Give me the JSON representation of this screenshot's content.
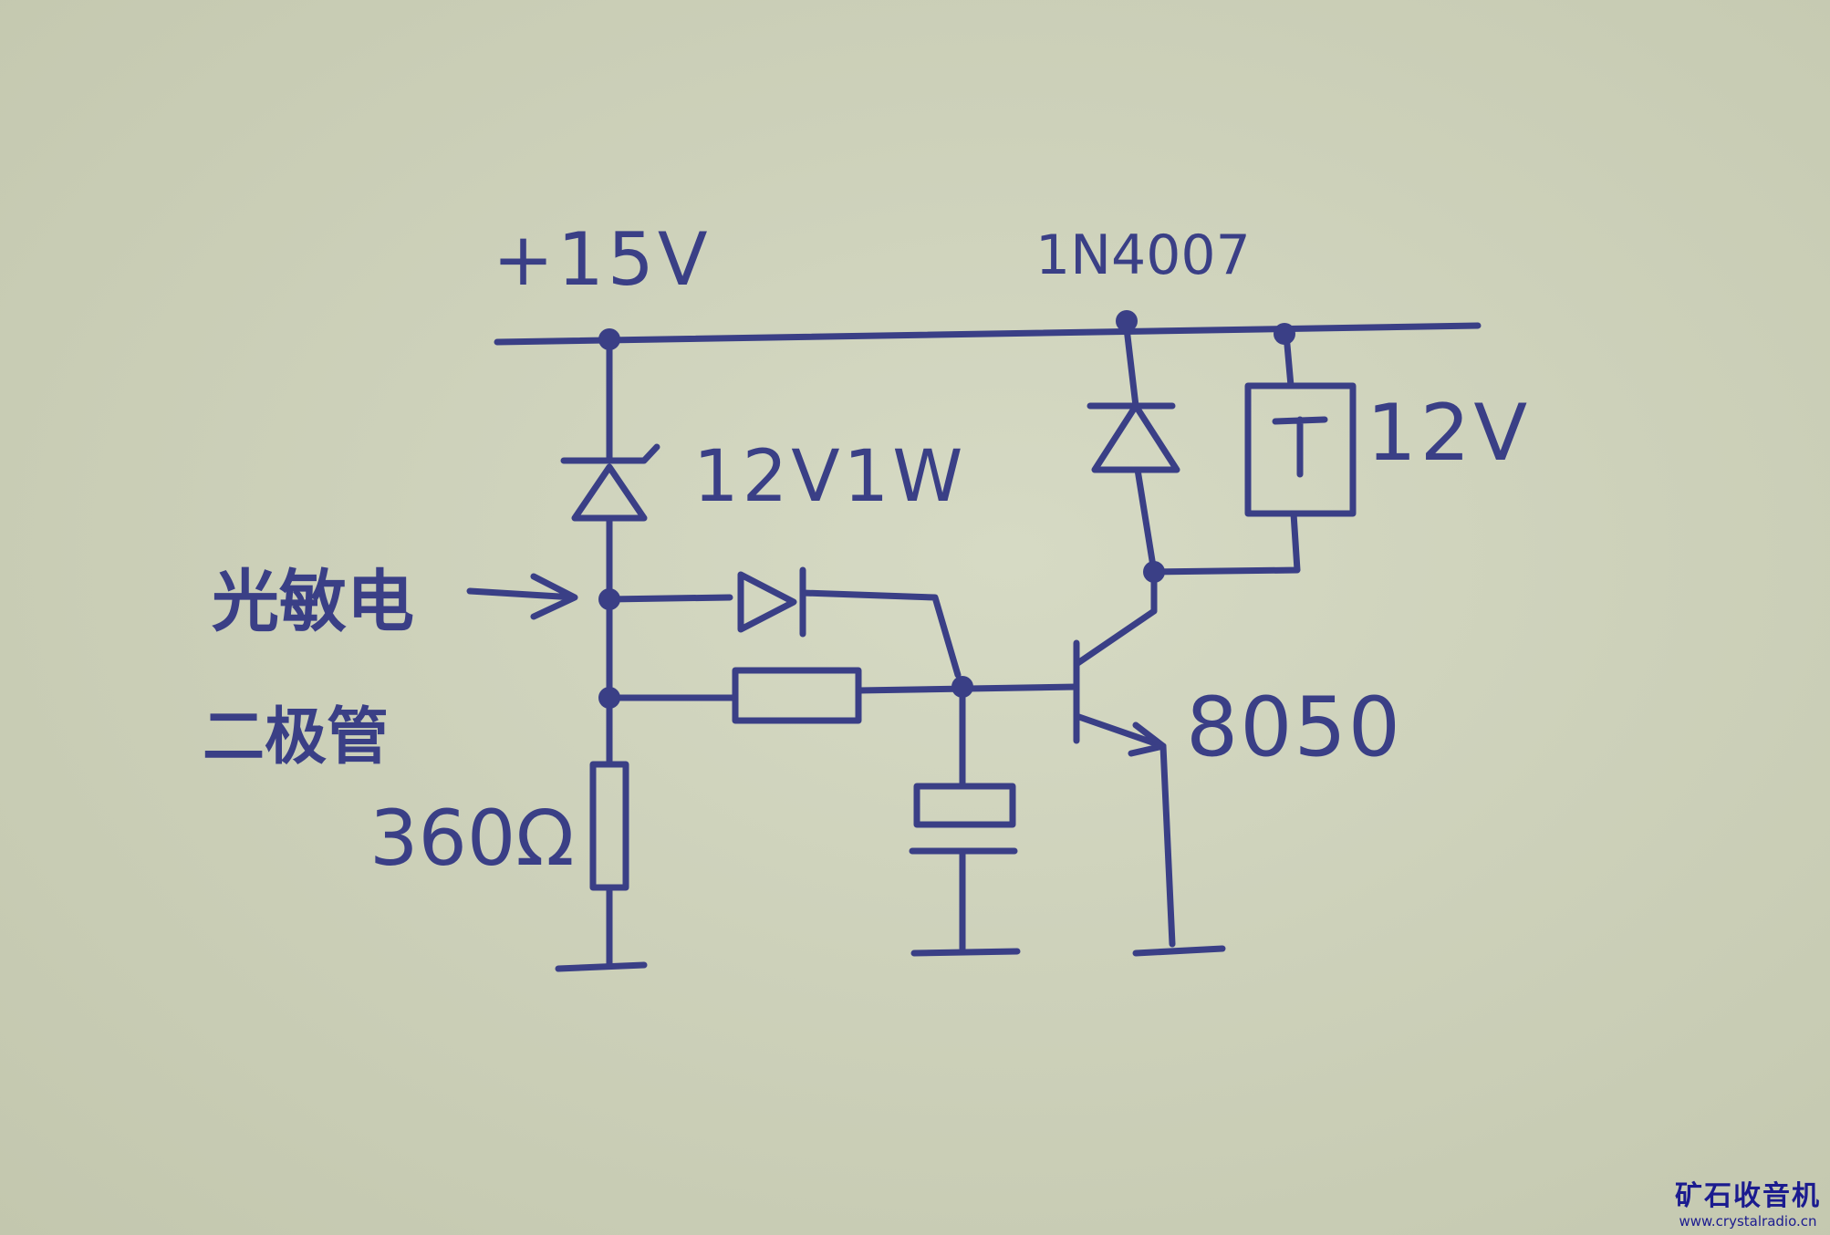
{
  "labels": {
    "supply": "+15V",
    "diode_top": "1N4007",
    "zener": "12V1W",
    "relay": "12V",
    "sensor_line1": "光敏电",
    "sensor_line2": "二极管",
    "resistor": "360Ω",
    "transistor": "8050"
  },
  "watermark": {
    "title": "矿石收音机",
    "url": "www.crystalradio.cn"
  }
}
